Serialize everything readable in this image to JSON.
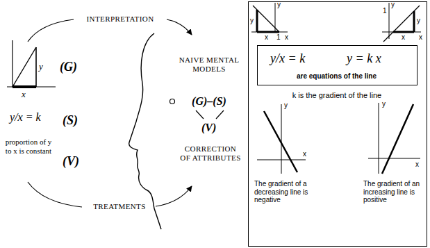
{
  "diagram": {
    "nodes": [
      {
        "text": [
          "k is the gradient of the line",
          "The gradient of a decreasing line is negative",
          "The gradient of an increasing line is positive"
        ]
      },
      {
        "text": [
          "y/x = k",
          "y = k x",
          "are equations of the line"
        ],
        "in": 0
      }
    ],
    "labels": [
      "INTERPRETATION",
      "y",
      "x",
      "(G)",
      "y/x = k",
      "(S)",
      "proportion of y to x is constant",
      "(V)",
      "TREATMENTS",
      "NAIVE MENTAL MODELS",
      "(G)–(S)",
      "(V)",
      "CORRECTION OF ATTRIBUTES",
      "y",
      "y",
      "x",
      "1",
      "x",
      "y",
      "1",
      "y",
      "x",
      "x",
      "y",
      "x",
      "y",
      "x"
    ]
  }
}
